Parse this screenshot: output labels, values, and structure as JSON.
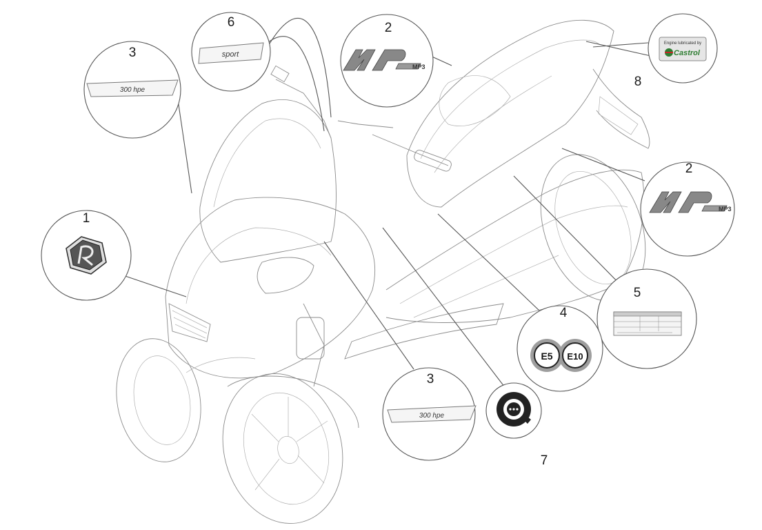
{
  "callouts": {
    "c1": "1",
    "c2a": "2",
    "c2b": "2",
    "c3a": "3",
    "c3b": "3",
    "c4": "4",
    "c5": "5",
    "c6": "6",
    "c7": "7",
    "c8": "8"
  },
  "decals": {
    "hpe_text": "300 hpe",
    "sport_text": "sport",
    "e5": "E5",
    "e10": "E10",
    "castrol_top": "Engine lubricated by",
    "castrol_brand": "Castrol",
    "mp3_a": "MP3",
    "mp3_b": "MP3"
  },
  "colors": {
    "line": "#555555",
    "sketch": "#8a8a8a",
    "badge_dark": "#222222",
    "castrol_green": "#2e7d32",
    "castrol_red": "#c62828"
  }
}
